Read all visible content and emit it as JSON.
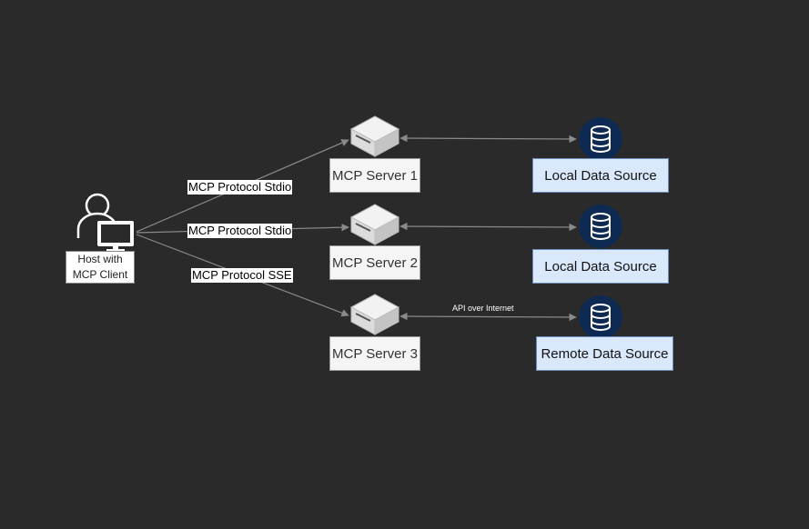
{
  "host": {
    "label": "Host with\nMCP Client"
  },
  "edges": {
    "server1": "MCP Protocol Stdio",
    "server2": "MCP Protocol Stdio",
    "server3": "MCP Protocol SSE",
    "remote": "API over Internet"
  },
  "servers": [
    {
      "label": "MCP Server 1"
    },
    {
      "label": "MCP Server 2"
    },
    {
      "label": "MCP Server 3"
    }
  ],
  "sources": [
    {
      "label": "Local Data Source"
    },
    {
      "label": "Local Data Source"
    },
    {
      "label": "Remote Data Source"
    }
  ],
  "colors": {
    "background": "#2a2a2a",
    "connector": "#8a8a8a",
    "database_circle": "#0f2a52",
    "source_fill": "#dae8fc",
    "source_stroke": "#6c8ebf"
  }
}
